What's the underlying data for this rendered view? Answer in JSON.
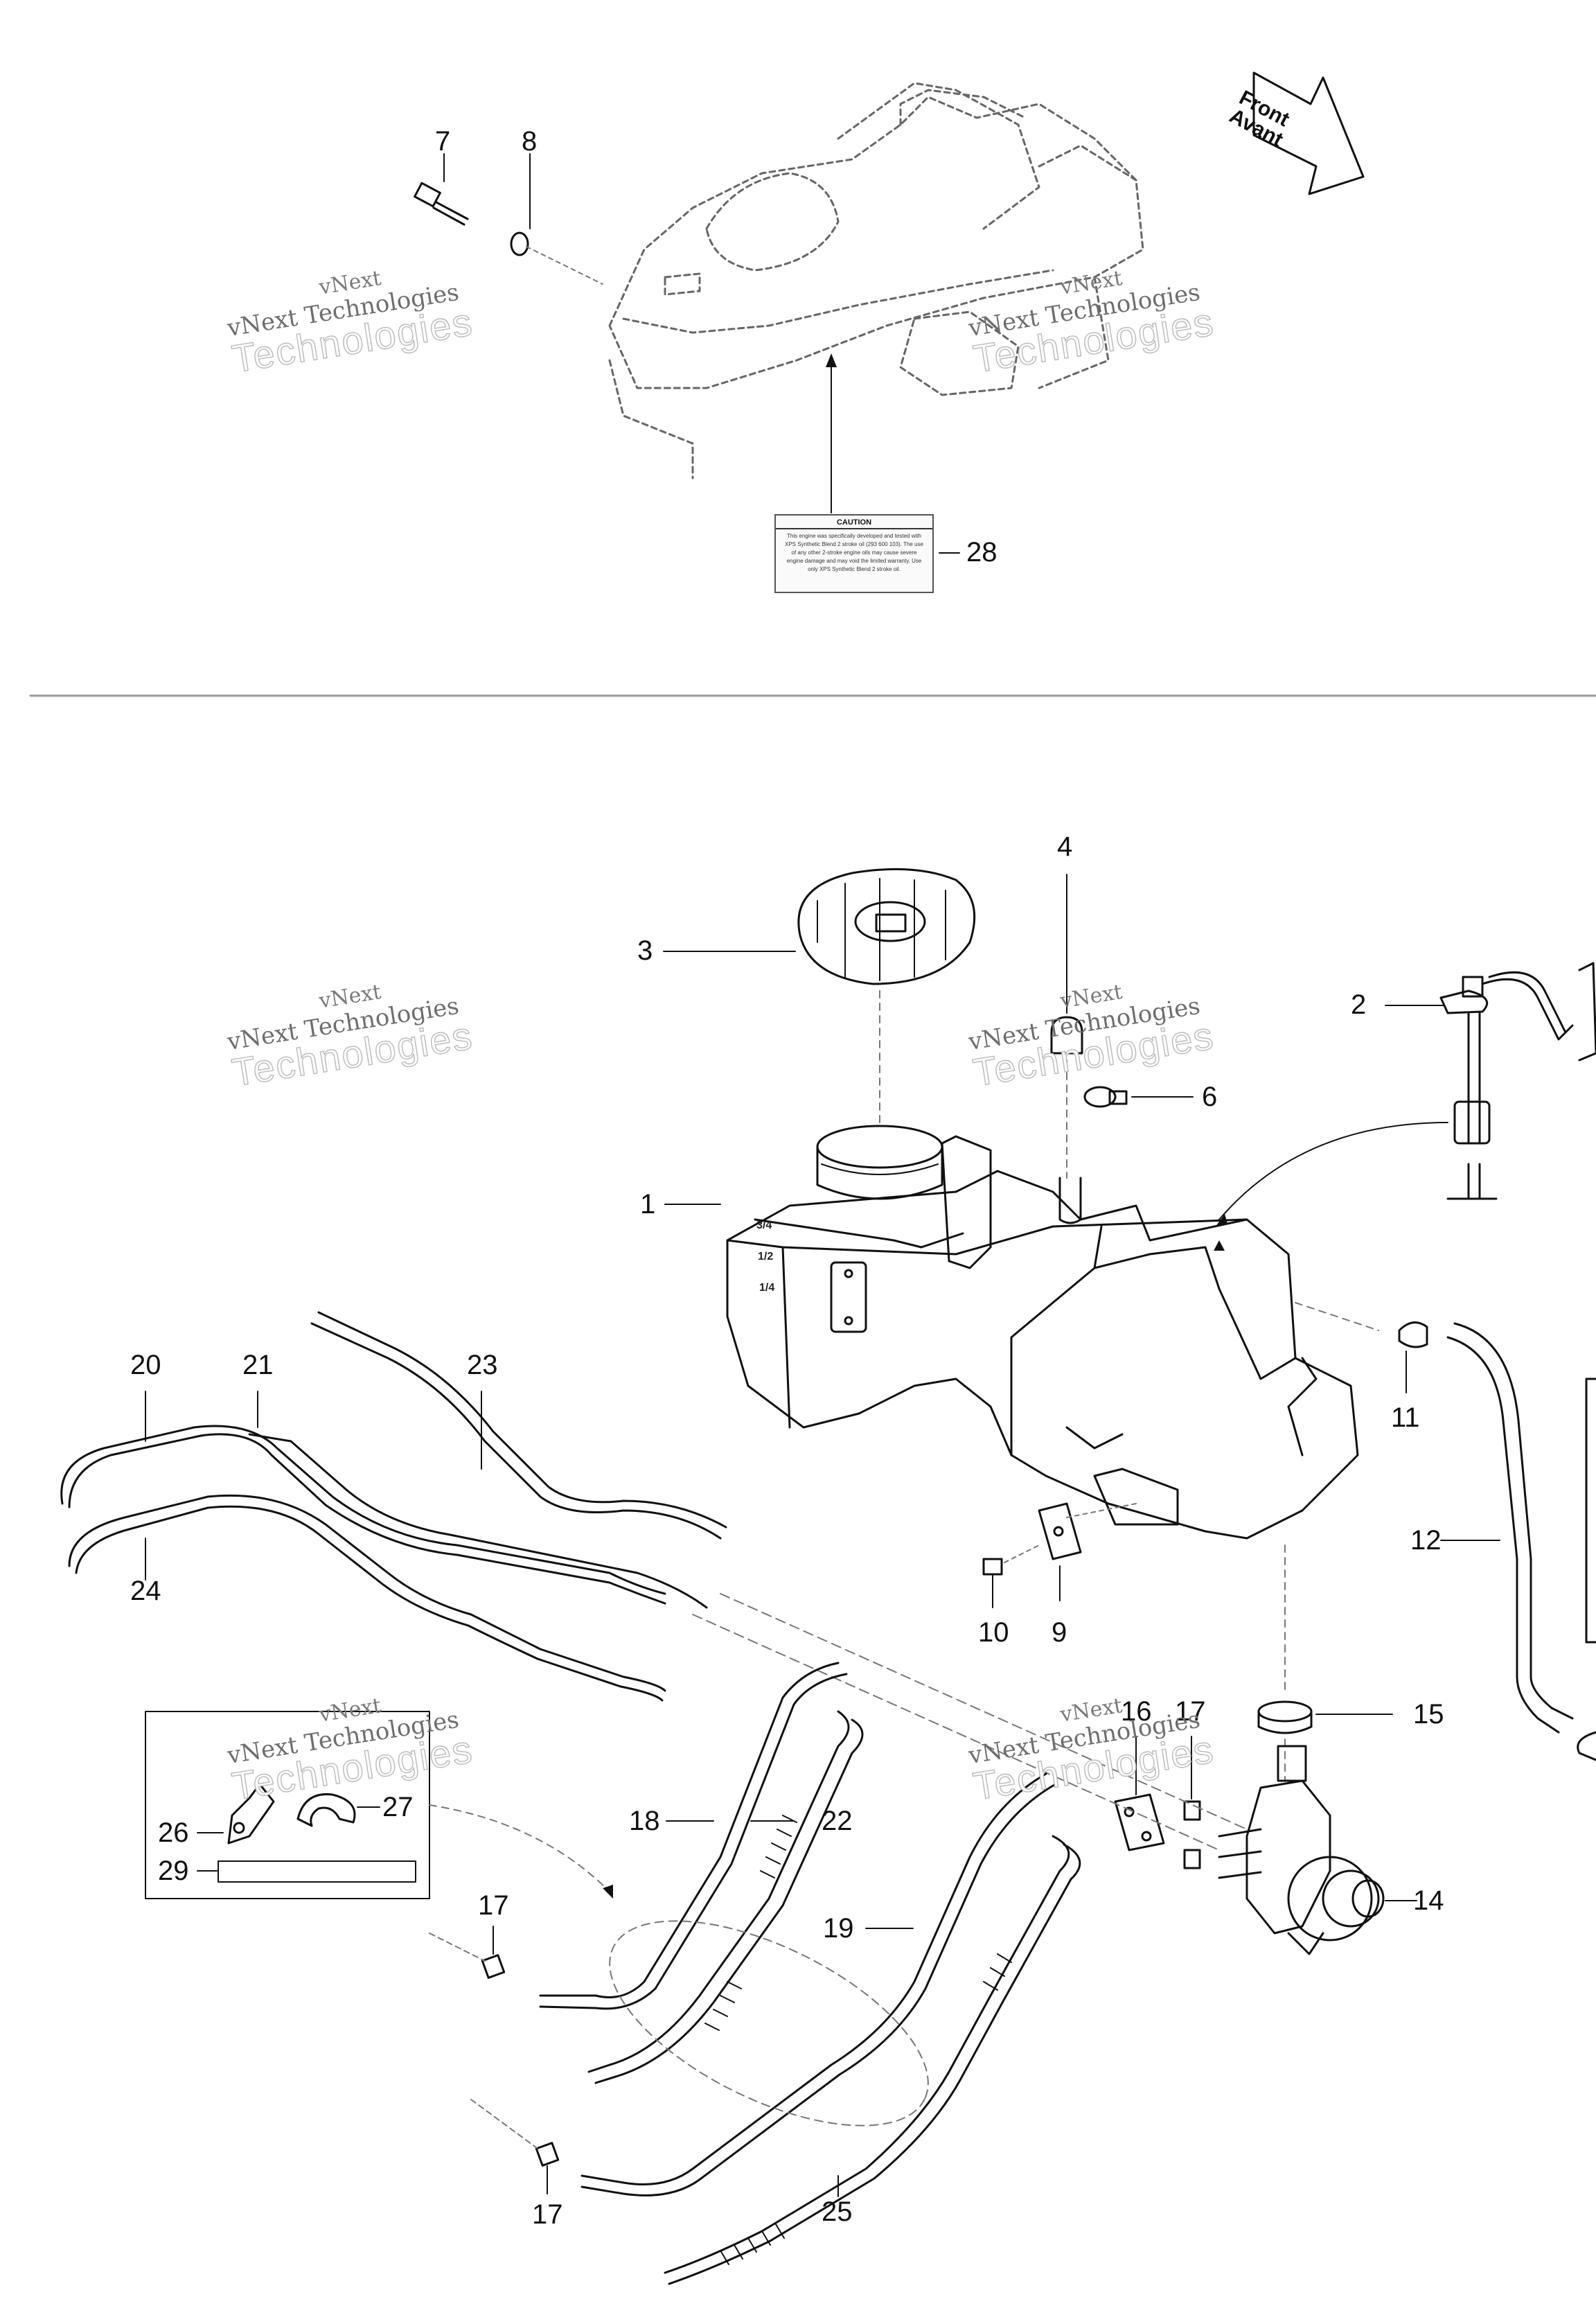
{
  "diagram": {
    "callouts": [
      "7",
      "8",
      "28",
      "3",
      "4",
      "2",
      "6",
      "1",
      "20",
      "21",
      "23",
      "24",
      "11",
      "12",
      "10",
      "9",
      "16",
      "17",
      "15",
      "26",
      "27",
      "29",
      "18",
      "22",
      "17",
      "19",
      "14",
      "17",
      "25"
    ],
    "watermark": {
      "line1": "vNext",
      "line2": "vNext Technologies",
      "line3": "Technologies"
    },
    "front_arrow": {
      "line1": "Front",
      "line2": "Avant"
    },
    "caution_decal": {
      "title": "CAUTION",
      "body": "This engine was specifically developed and tested with XPS Synthetic Blend 2 stroke oil (293 600 103). The use of any other 2-stroke engine oils may cause severe engine damage and may void the limited warranty. Use only XPS Synthetic Blend 2 stroke oil."
    },
    "tank_gauge": {
      "mark1": "3/4",
      "mark2": "1/2",
      "mark3": "1/4"
    },
    "colors": {
      "line": "#111111",
      "dashed": "#777777",
      "watermark": "#bdbdbd"
    }
  }
}
